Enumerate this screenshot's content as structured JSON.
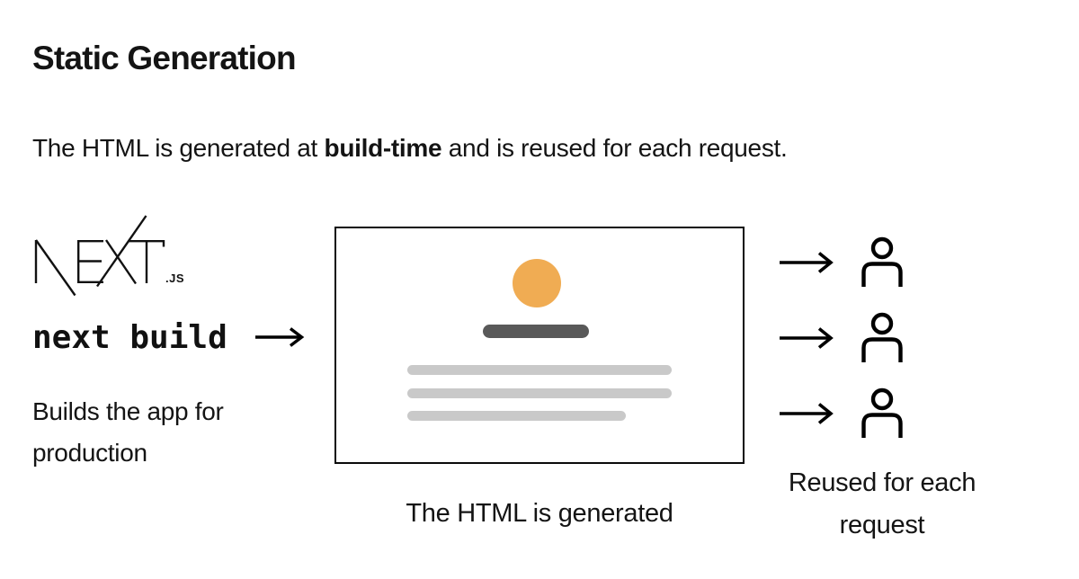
{
  "title": "Static Generation",
  "subtitle": {
    "pre": "The HTML is generated at ",
    "bold": "build-time",
    "post": " and is reused for each request."
  },
  "build": {
    "logo": "nextjs-wordmark",
    "logo_suffix": ".JS",
    "command": "next build",
    "description": "Builds the app for production"
  },
  "card": {
    "caption": "The HTML is generated",
    "elements": [
      "avatar-circle",
      "title-bar",
      "text-line",
      "text-line",
      "text-line"
    ]
  },
  "requests": {
    "caption": "Reused for each request",
    "count": 3
  },
  "colors": {
    "text": "#141414",
    "avatar_orange": "#F0AC53",
    "title_bar_gray": "#595959",
    "text_line_gray": "#C9C9C9",
    "card_border": "#0A0A0A",
    "icon_stroke": "#000000"
  }
}
